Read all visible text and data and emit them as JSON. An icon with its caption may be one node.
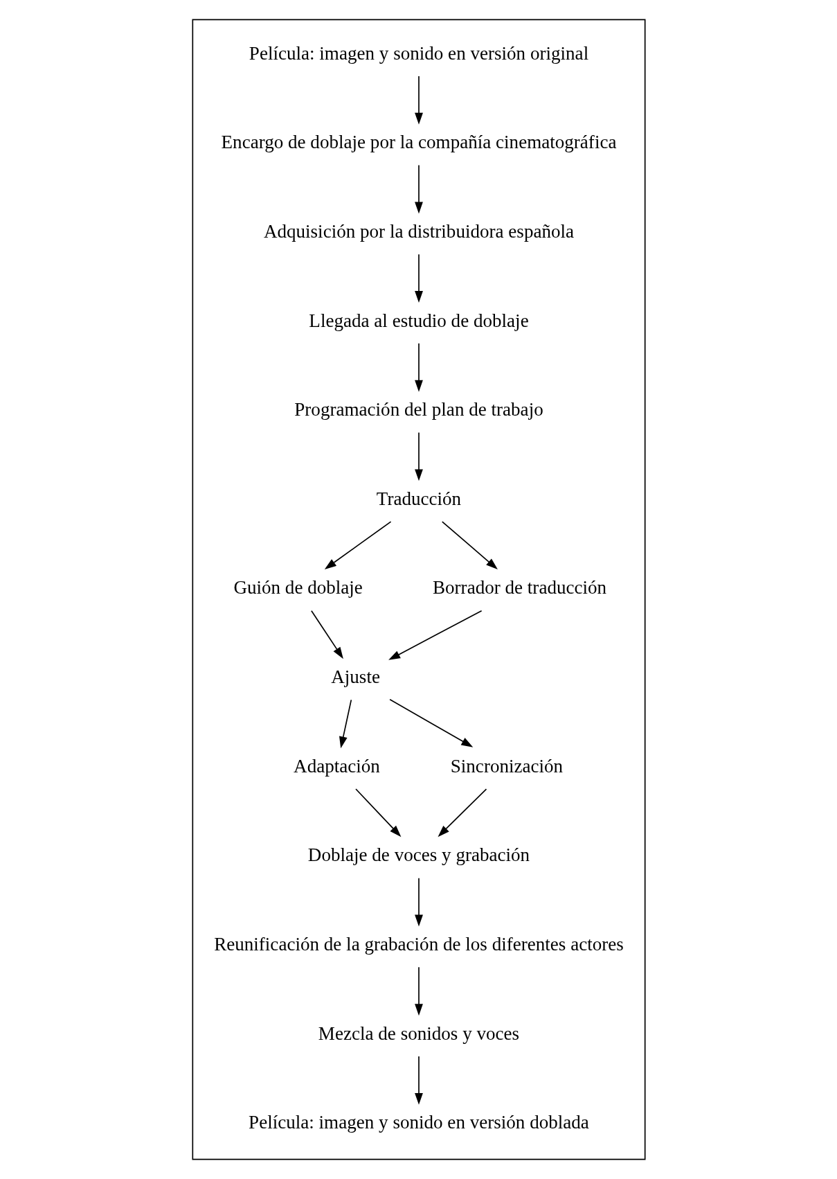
{
  "diagram": {
    "nodes": [
      {
        "text": [],
        "shape": "box"
      },
      {
        "text": [
          "Película: imagen y sonido en versión original"
        ],
        "in": 0
      },
      {
        "text": [
          "Encargo de doblaje por la compañía cinematográfica"
        ],
        "in": 0
      },
      {
        "text": [
          "Adquisición por la distribuidora española"
        ],
        "in": 0
      },
      {
        "text": [
          "Llegada al estudio de doblaje"
        ],
        "in": 0
      },
      {
        "text": [
          "Programación del plan de trabajo"
        ],
        "in": 0
      },
      {
        "text": [
          "Traducción"
        ],
        "in": 0
      },
      {
        "text": [
          "Guión de doblaje"
        ],
        "in": 0
      },
      {
        "text": [
          "Borrador de traducción"
        ],
        "in": 0
      },
      {
        "text": [
          "Ajuste"
        ],
        "in": 0
      },
      {
        "text": [
          "Adaptación"
        ],
        "in": 0
      },
      {
        "text": [
          "Sincronización"
        ],
        "in": 0
      },
      {
        "text": [
          "Doblaje de voces y grabación"
        ],
        "in": 0
      },
      {
        "text": [
          "Reunificación de la grabación de los diferentes actores"
        ],
        "in": 0
      },
      {
        "text": [
          "Mezcla de sonidos y voces"
        ],
        "in": 0
      },
      {
        "text": [
          "Película: imagen y sonido en versión doblada"
        ],
        "in": 0
      }
    ],
    "edges": [
      {
        "from": 1,
        "to": 2,
        "arrow": "to"
      },
      {
        "from": 2,
        "to": 3,
        "arrow": "to"
      },
      {
        "from": 3,
        "to": 4,
        "arrow": "to"
      },
      {
        "from": 4,
        "to": 5,
        "arrow": "to"
      },
      {
        "from": 5,
        "to": 6,
        "arrow": "to"
      },
      {
        "from": 6,
        "to": 7,
        "arrow": "to"
      },
      {
        "from": 6,
        "to": 8,
        "arrow": "to"
      },
      {
        "from": 7,
        "to": 9,
        "arrow": "to"
      },
      {
        "from": 8,
        "to": 9,
        "arrow": "to"
      },
      {
        "from": 9,
        "to": 10,
        "arrow": "to"
      },
      {
        "from": 9,
        "to": 11,
        "arrow": "to"
      },
      {
        "from": 10,
        "to": 12,
        "arrow": "to"
      },
      {
        "from": 11,
        "to": 12,
        "arrow": "to"
      },
      {
        "from": 12,
        "to": 13,
        "arrow": "to"
      },
      {
        "from": 13,
        "to": 14,
        "arrow": "to"
      },
      {
        "from": 14,
        "to": 15,
        "arrow": "to"
      }
    ]
  }
}
